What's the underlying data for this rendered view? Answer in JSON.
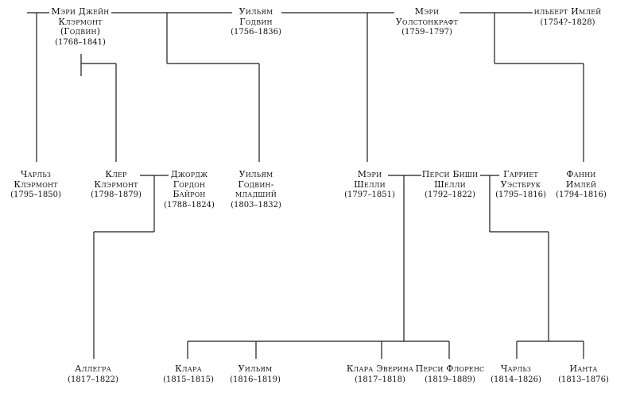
{
  "people": [
    {
      "id": "mary_jane",
      "name": [
        "Мэри Джейн",
        "Клэрмонт",
        "(Годвин)"
      ],
      "dates": "(1768–1841)"
    },
    {
      "id": "william_godwin",
      "name": [
        "Уильям",
        "Годвин"
      ],
      "dates": "(1756–1836)"
    },
    {
      "id": "mary_wollstonecraft",
      "name": [
        "Мэри",
        "Уолстонкрафт"
      ],
      "dates": "(1759–1797)"
    },
    {
      "id": "gilbert_imlay",
      "name": [
        "ильберт Имлей"
      ],
      "dates": "(1754?–1828)"
    },
    {
      "id": "charles_clairmont",
      "name": [
        "Чарльз",
        "Клэрмонт"
      ],
      "dates": "(1795–1850)"
    },
    {
      "id": "claire_clairmont",
      "name": [
        "Клер",
        "Клэрмонт"
      ],
      "dates": "(1798–1879)"
    },
    {
      "id": "byron",
      "name": [
        "Джордж",
        "Гордон",
        "Байрон"
      ],
      "dates": "(1788–1824)"
    },
    {
      "id": "william_godwin_jr",
      "name": [
        "Уильям",
        "Годвин-",
        "младший"
      ],
      "dates": "(1803–1832)"
    },
    {
      "id": "mary_shelley",
      "name": [
        "Мэри",
        "Шелли"
      ],
      "dates": "(1797–1851)"
    },
    {
      "id": "percy_shelley",
      "name": [
        "Перси Биши",
        "Шелли"
      ],
      "dates": "(1792–1822)"
    },
    {
      "id": "harriet_westbrook",
      "name": [
        "Гарриет",
        "Уэстбрук"
      ],
      "dates": "(1795–1816)"
    },
    {
      "id": "fanny_imlay",
      "name": [
        "Фанни",
        "Имлей"
      ],
      "dates": "(1794–1816)"
    },
    {
      "id": "allegra",
      "name": [
        "Аллегра"
      ],
      "dates": "(1817–1822)"
    },
    {
      "id": "clara",
      "name": [
        "Клара"
      ],
      "dates": "(1815–1815)"
    },
    {
      "id": "william",
      "name": [
        "Уильям"
      ],
      "dates": "(1816–1819)"
    },
    {
      "id": "clara_everina",
      "name": [
        "Клара Эверина"
      ],
      "dates": "(1817–1818)"
    },
    {
      "id": "percy_florence",
      "name": [
        "Перси Флоренс"
      ],
      "dates": "(1819–1889)"
    },
    {
      "id": "charles",
      "name": [
        "Чарльз"
      ],
      "dates": "(1814–1826)"
    },
    {
      "id": "ianthe",
      "name": [
        "Ианта"
      ],
      "dates": "(1813–1876)"
    }
  ]
}
